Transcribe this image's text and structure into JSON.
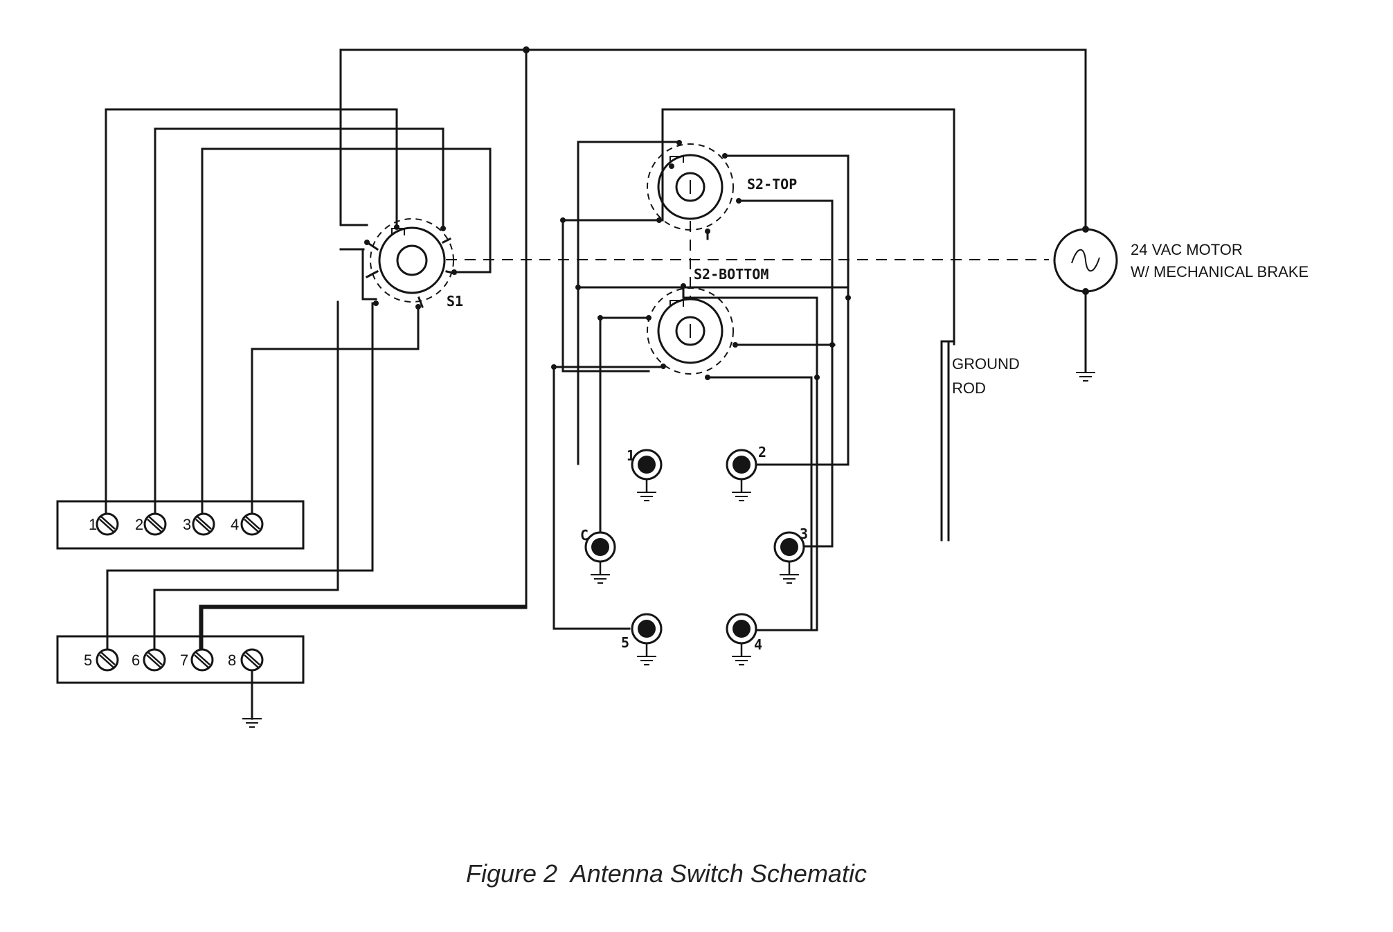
{
  "diagram": {
    "caption": "Figure 2  Antenna Switch Schematic",
    "switches": {
      "s1": "S1",
      "s2_top": "S2-TOP",
      "s2_bottom": "S2-BOTTOM"
    },
    "motor": {
      "line1": "24 VAC MOTOR",
      "line2": "W/ MECHANICAL  BRAKE"
    },
    "ground_rod": {
      "line1": "GROUND",
      "line2": "ROD"
    },
    "terminal_strip_top": [
      "1",
      "2",
      "3",
      "4"
    ],
    "terminal_strip_bottom": [
      "5",
      "6",
      "7",
      "8"
    ],
    "connectors": [
      "1",
      "2",
      "C",
      "3",
      "5",
      "4"
    ]
  }
}
